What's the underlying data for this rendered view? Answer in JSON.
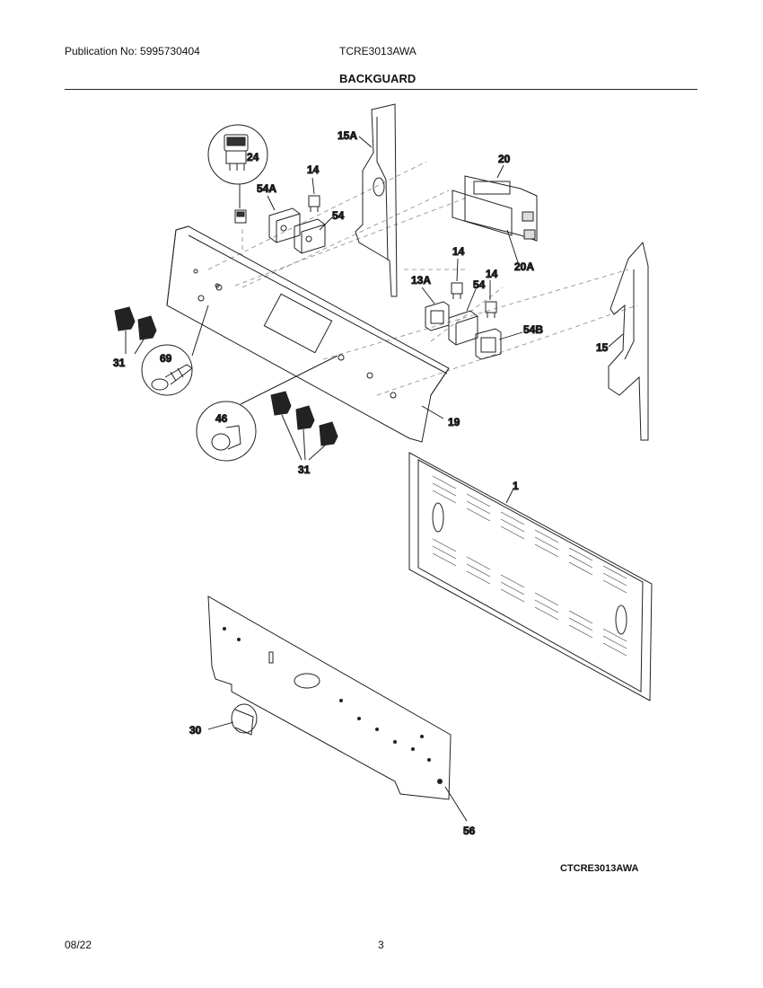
{
  "header": {
    "publication": "Publication No: 5995730404",
    "model": "TCRE3013AWA",
    "section_title": "BACKGUARD"
  },
  "diagram": {
    "code": "CTCRE3013AWA",
    "callouts": {
      "c24": "24",
      "c14a": "14",
      "c54Aa": "54A",
      "c54a": "54",
      "c15A": "15A",
      "c20": "20",
      "c20A": "20A",
      "c14b": "14",
      "c13A": "13A",
      "c54b": "54",
      "c14c": "14",
      "c54B": "54B",
      "c15": "15",
      "c31a": "31",
      "c69": "69",
      "c46": "46",
      "c19": "19",
      "c31b": "31",
      "c1": "1",
      "c30": "30",
      "c56": "56"
    }
  },
  "footer": {
    "date": "08/22",
    "page": "3"
  }
}
